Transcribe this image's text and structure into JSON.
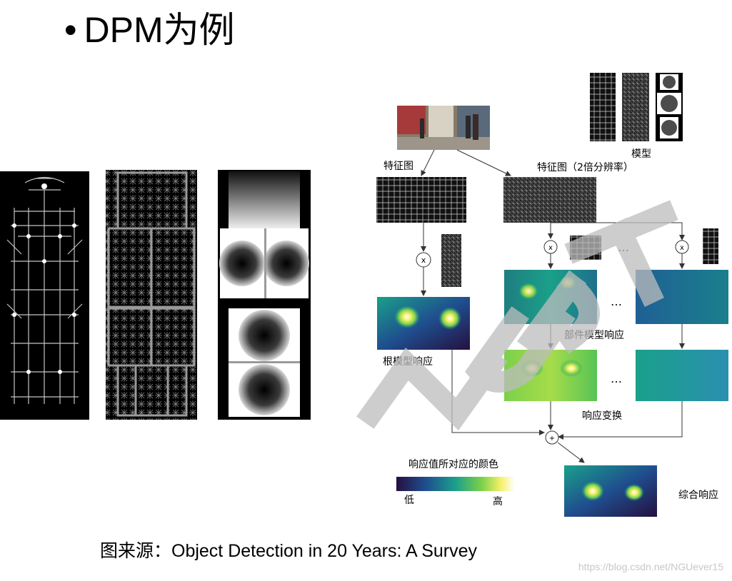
{
  "slide": {
    "bullet": "•",
    "title": "DPM为例",
    "caption": "图来源：Object Detection in 20 Years: A Survey",
    "watermark_url": "https://blog.csdn.net/NGUever15",
    "watermark_text": "NUDT"
  },
  "diagram": {
    "model_label": "模型",
    "feature_map_label": "特征图",
    "feature_map_2x_label": "特征图（2倍分辨率）",
    "root_response_label": "根模型响应",
    "part_response_label": "部件模型响应",
    "response_transform_label": "响应变换",
    "combined_response_label": "综合响应",
    "colorbar_title": "响应值所对应的颜色",
    "colorbar_low": "低",
    "colorbar_high": "高",
    "times_symbol": "x",
    "plus_symbol": "+",
    "ellipsis": "…",
    "colors": {
      "heat_low": "#241040",
      "heat_mid1": "#1f4f8f",
      "heat_mid2": "#1aa08a",
      "heat_mid3": "#7cd04a",
      "heat_high": "#f5f06a",
      "heat_max": "#ffffff",
      "watermark": "#bdbdbd"
    }
  }
}
